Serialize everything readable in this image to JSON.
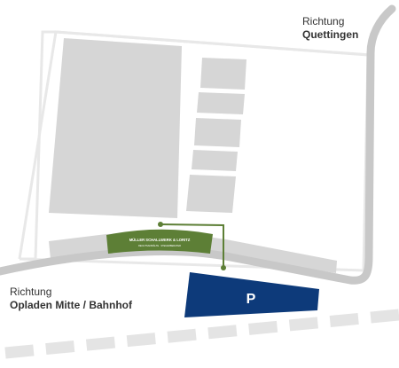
{
  "labels": {
    "north": {
      "prefix": "Richtung",
      "place": "Quettingen"
    },
    "west": {
      "prefix": "Richtung",
      "place": "Opladen Mitte / Bahnhof"
    }
  },
  "company_sign": {
    "line1": "MÜLLER SCHALLWERK & LORITZ",
    "line2": "RECHTSANWÄLTE · STEUERBERATER"
  },
  "parking": {
    "label": "P"
  },
  "colors": {
    "road": "#c8c8c8",
    "building": "#d6d6d6",
    "plot_outline": "#e8e8e8",
    "green": "#5d7f36",
    "parking_blue": "#0d3a7a",
    "dashed_road": "#e4e4e4",
    "text": "#333333"
  }
}
